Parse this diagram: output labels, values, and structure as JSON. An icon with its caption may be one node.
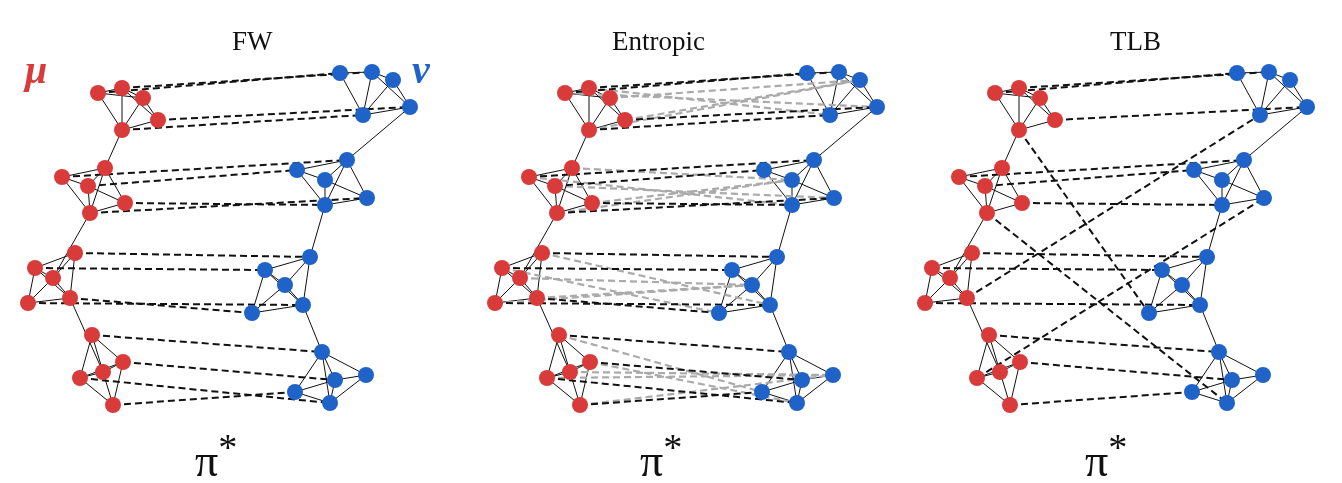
{
  "diagram": {
    "labels": [
      "μ",
      "FW",
      "ν",
      "Entropic",
      "TLB",
      "π$^{*}$",
      "π$^{*}$",
      "π$^{*}$"
    ]
  }
}
